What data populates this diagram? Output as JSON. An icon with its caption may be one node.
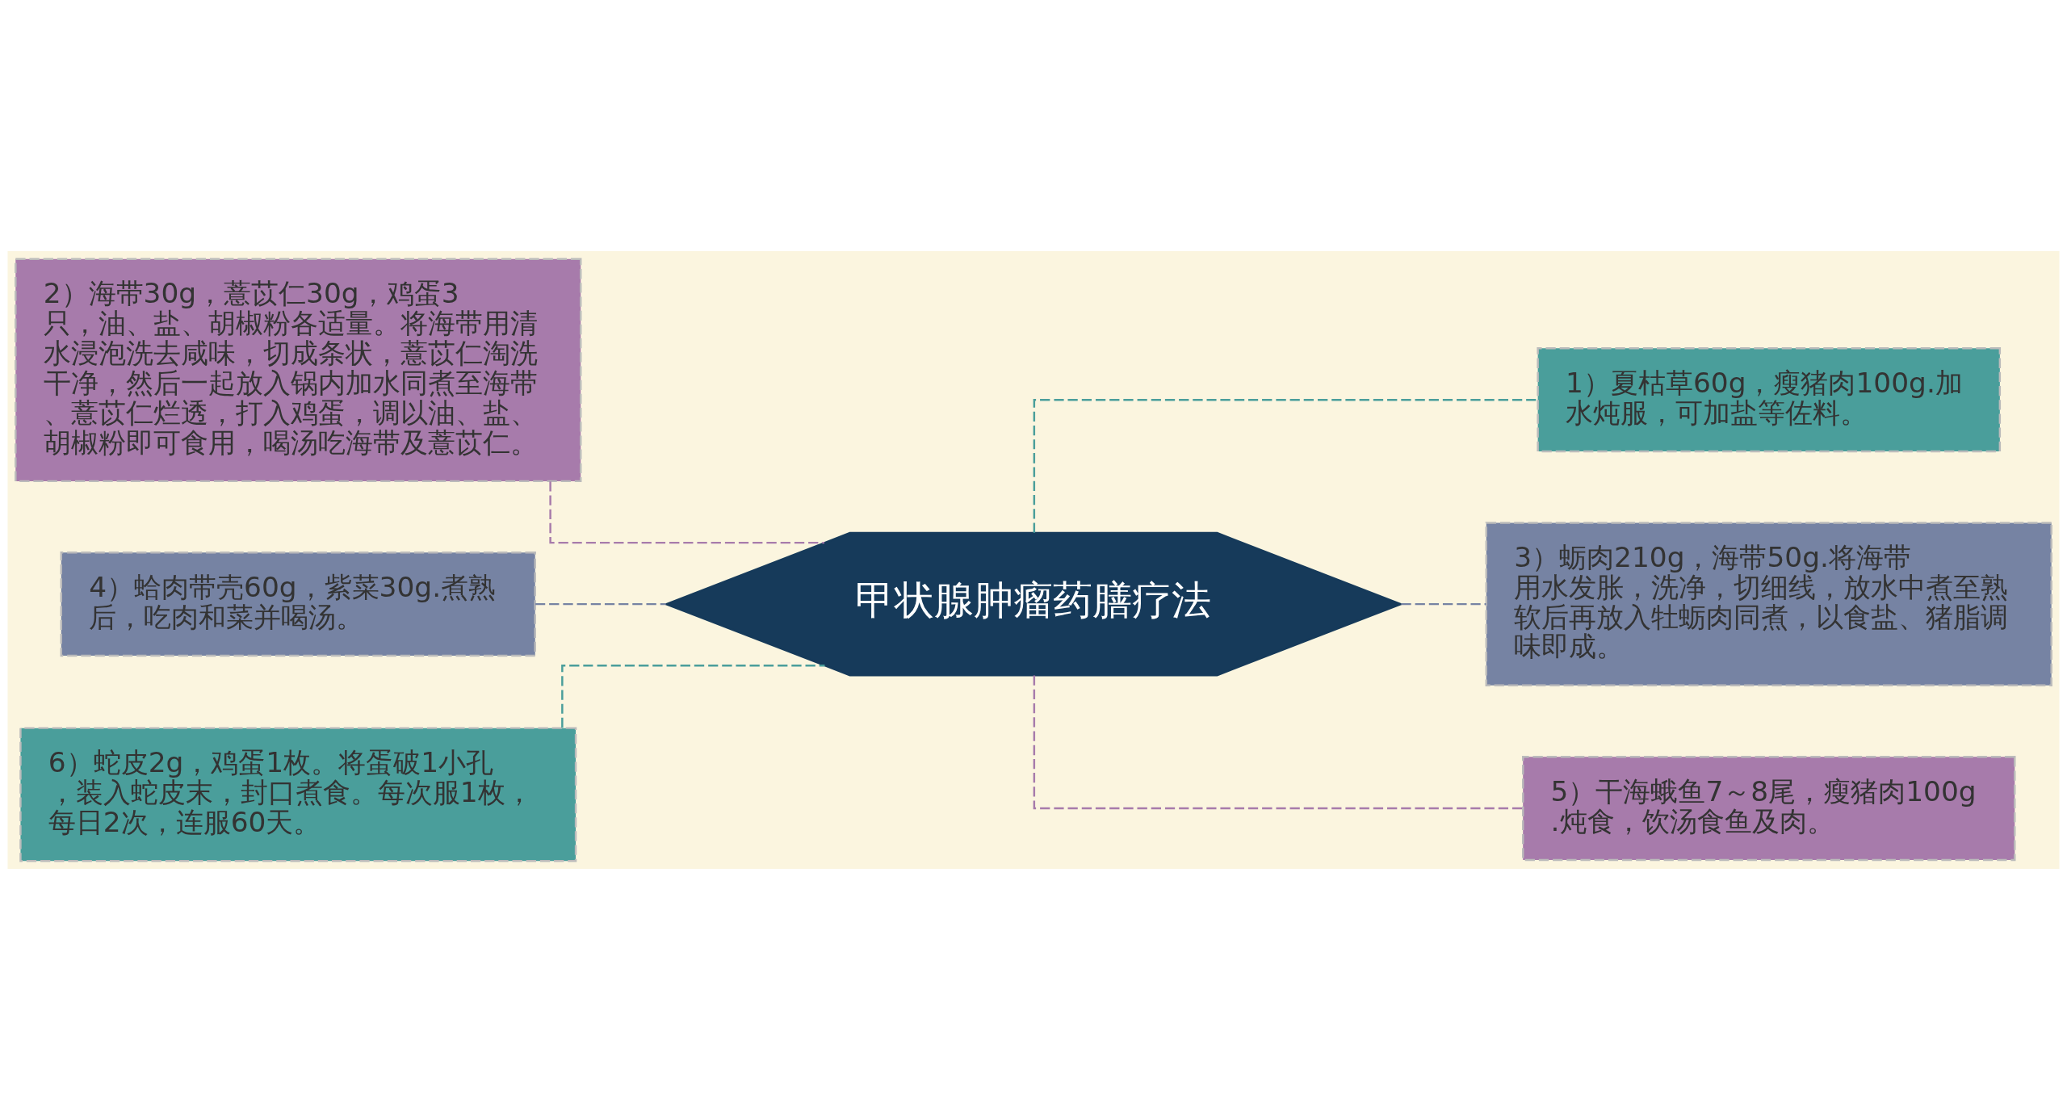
{
  "diagram": {
    "nodes": [
      {
        "text": [
          "甲状腺肿瘤药膳疗法"
        ]
      },
      {
        "text": [
          "2）海带30g，薏苡仁30g，鸡蛋3只，油、盐、胡椒粉各适量。将海带用清水浸泡洗去咸味，切成条状，薏苡仁淘洗干净，然后一起放入锅内加水同煮至海带、薏苡仁烂透，打入鸡蛋，调以油、盐、胡椒粉即可食用，喝汤吃海带及薏苡仁。"
        ]
      },
      {
        "text": [
          "4）蛤肉带壳60g，紫菜30g.煮熟后，吃肉和菜并喝汤。"
        ]
      },
      {
        "text": [
          "6）蛇皮2g，鸡蛋1枚。将蛋破1小孔，装入蛇皮末，封口煮食。每次服1枚，每日2次，连服60天。"
        ]
      },
      {
        "text": [
          "1）夏枯草60g，瘦猪肉100g.加水炖服，可加盐等佐料。"
        ]
      },
      {
        "text": [
          "3）蛎肉210g，海带50g.将海带用水发胀，洗净，切细线，放水中煮至熟软后再放入牡蛎肉同煮，以食盐、猪脂调味即成。"
        ]
      },
      {
        "text": [
          "5）干海蛾鱼7～8尾，瘦猪肉100g.炖食，饮汤食鱼及肉。"
        ]
      }
    ],
    "edges": [
      {
        "from": 0,
        "to": 1,
        "arrow": "none",
        "style": "dashed",
        "color": "#a77bab"
      },
      {
        "from": 0,
        "to": 2,
        "arrow": "none",
        "style": "dashed",
        "color": "#7683a3"
      },
      {
        "from": 0,
        "to": 3,
        "arrow": "none",
        "style": "dashed",
        "color": "#4a9e9b"
      },
      {
        "from": 0,
        "to": 4,
        "arrow": "none",
        "style": "dashed",
        "color": "#4a9e9b"
      },
      {
        "from": 0,
        "to": 5,
        "arrow": "none",
        "style": "dashed",
        "color": "#7683a3"
      },
      {
        "from": 0,
        "to": 6,
        "arrow": "none",
        "style": "dashed",
        "color": "#a77bab"
      }
    ]
  }
}
